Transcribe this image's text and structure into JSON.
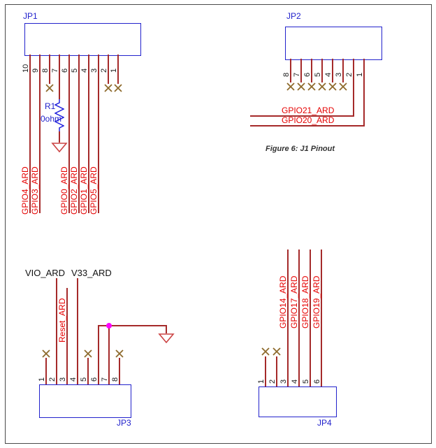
{
  "caption": "Figure 6: J1 Pinout",
  "colors": {
    "wire": "#a52a2a",
    "net_label": "#e60000",
    "connector": "#2222cc",
    "no_connect": "#8e6b2d",
    "junction": "#ff00ff",
    "ground": "#cc4444",
    "pin_number": "#1a1a1a",
    "caption_text": "#333333"
  },
  "jp1": {
    "designator": "JP1",
    "pin_numbers": [
      "10",
      "9",
      "8",
      "7",
      "6",
      "5",
      "4",
      "3",
      "2",
      "1"
    ],
    "net_labels": [
      "GPIO4_ARD",
      "GPIO3_ARD",
      "GPIO0_ARD",
      "GPIO2_ARD",
      "GPIO1_ARD",
      "GPIO5_ARD"
    ],
    "resistor": {
      "designator": "R1",
      "value": "0ohm"
    }
  },
  "jp2": {
    "designator": "JP2",
    "pin_numbers": [
      "8",
      "7",
      "6",
      "5",
      "4",
      "3",
      "2",
      "1"
    ],
    "net_labels": [
      "GPIO21_ARD",
      "GPIO20_ARD"
    ]
  },
  "jp3": {
    "designator": "JP3",
    "pin_numbers": [
      "1",
      "2",
      "3",
      "4",
      "5",
      "6",
      "7",
      "8"
    ],
    "power_labels": [
      "VIO_ARD",
      "V33_ARD"
    ],
    "net_labels": [
      "Reset_ARD"
    ]
  },
  "jp4": {
    "designator": "JP4",
    "pin_numbers": [
      "1",
      "2",
      "3",
      "4",
      "5",
      "6"
    ],
    "net_labels": [
      "GPIO14_ARD",
      "GPIO17_ARD",
      "GPIO18_ARD",
      "GPIO19_ARD"
    ]
  }
}
